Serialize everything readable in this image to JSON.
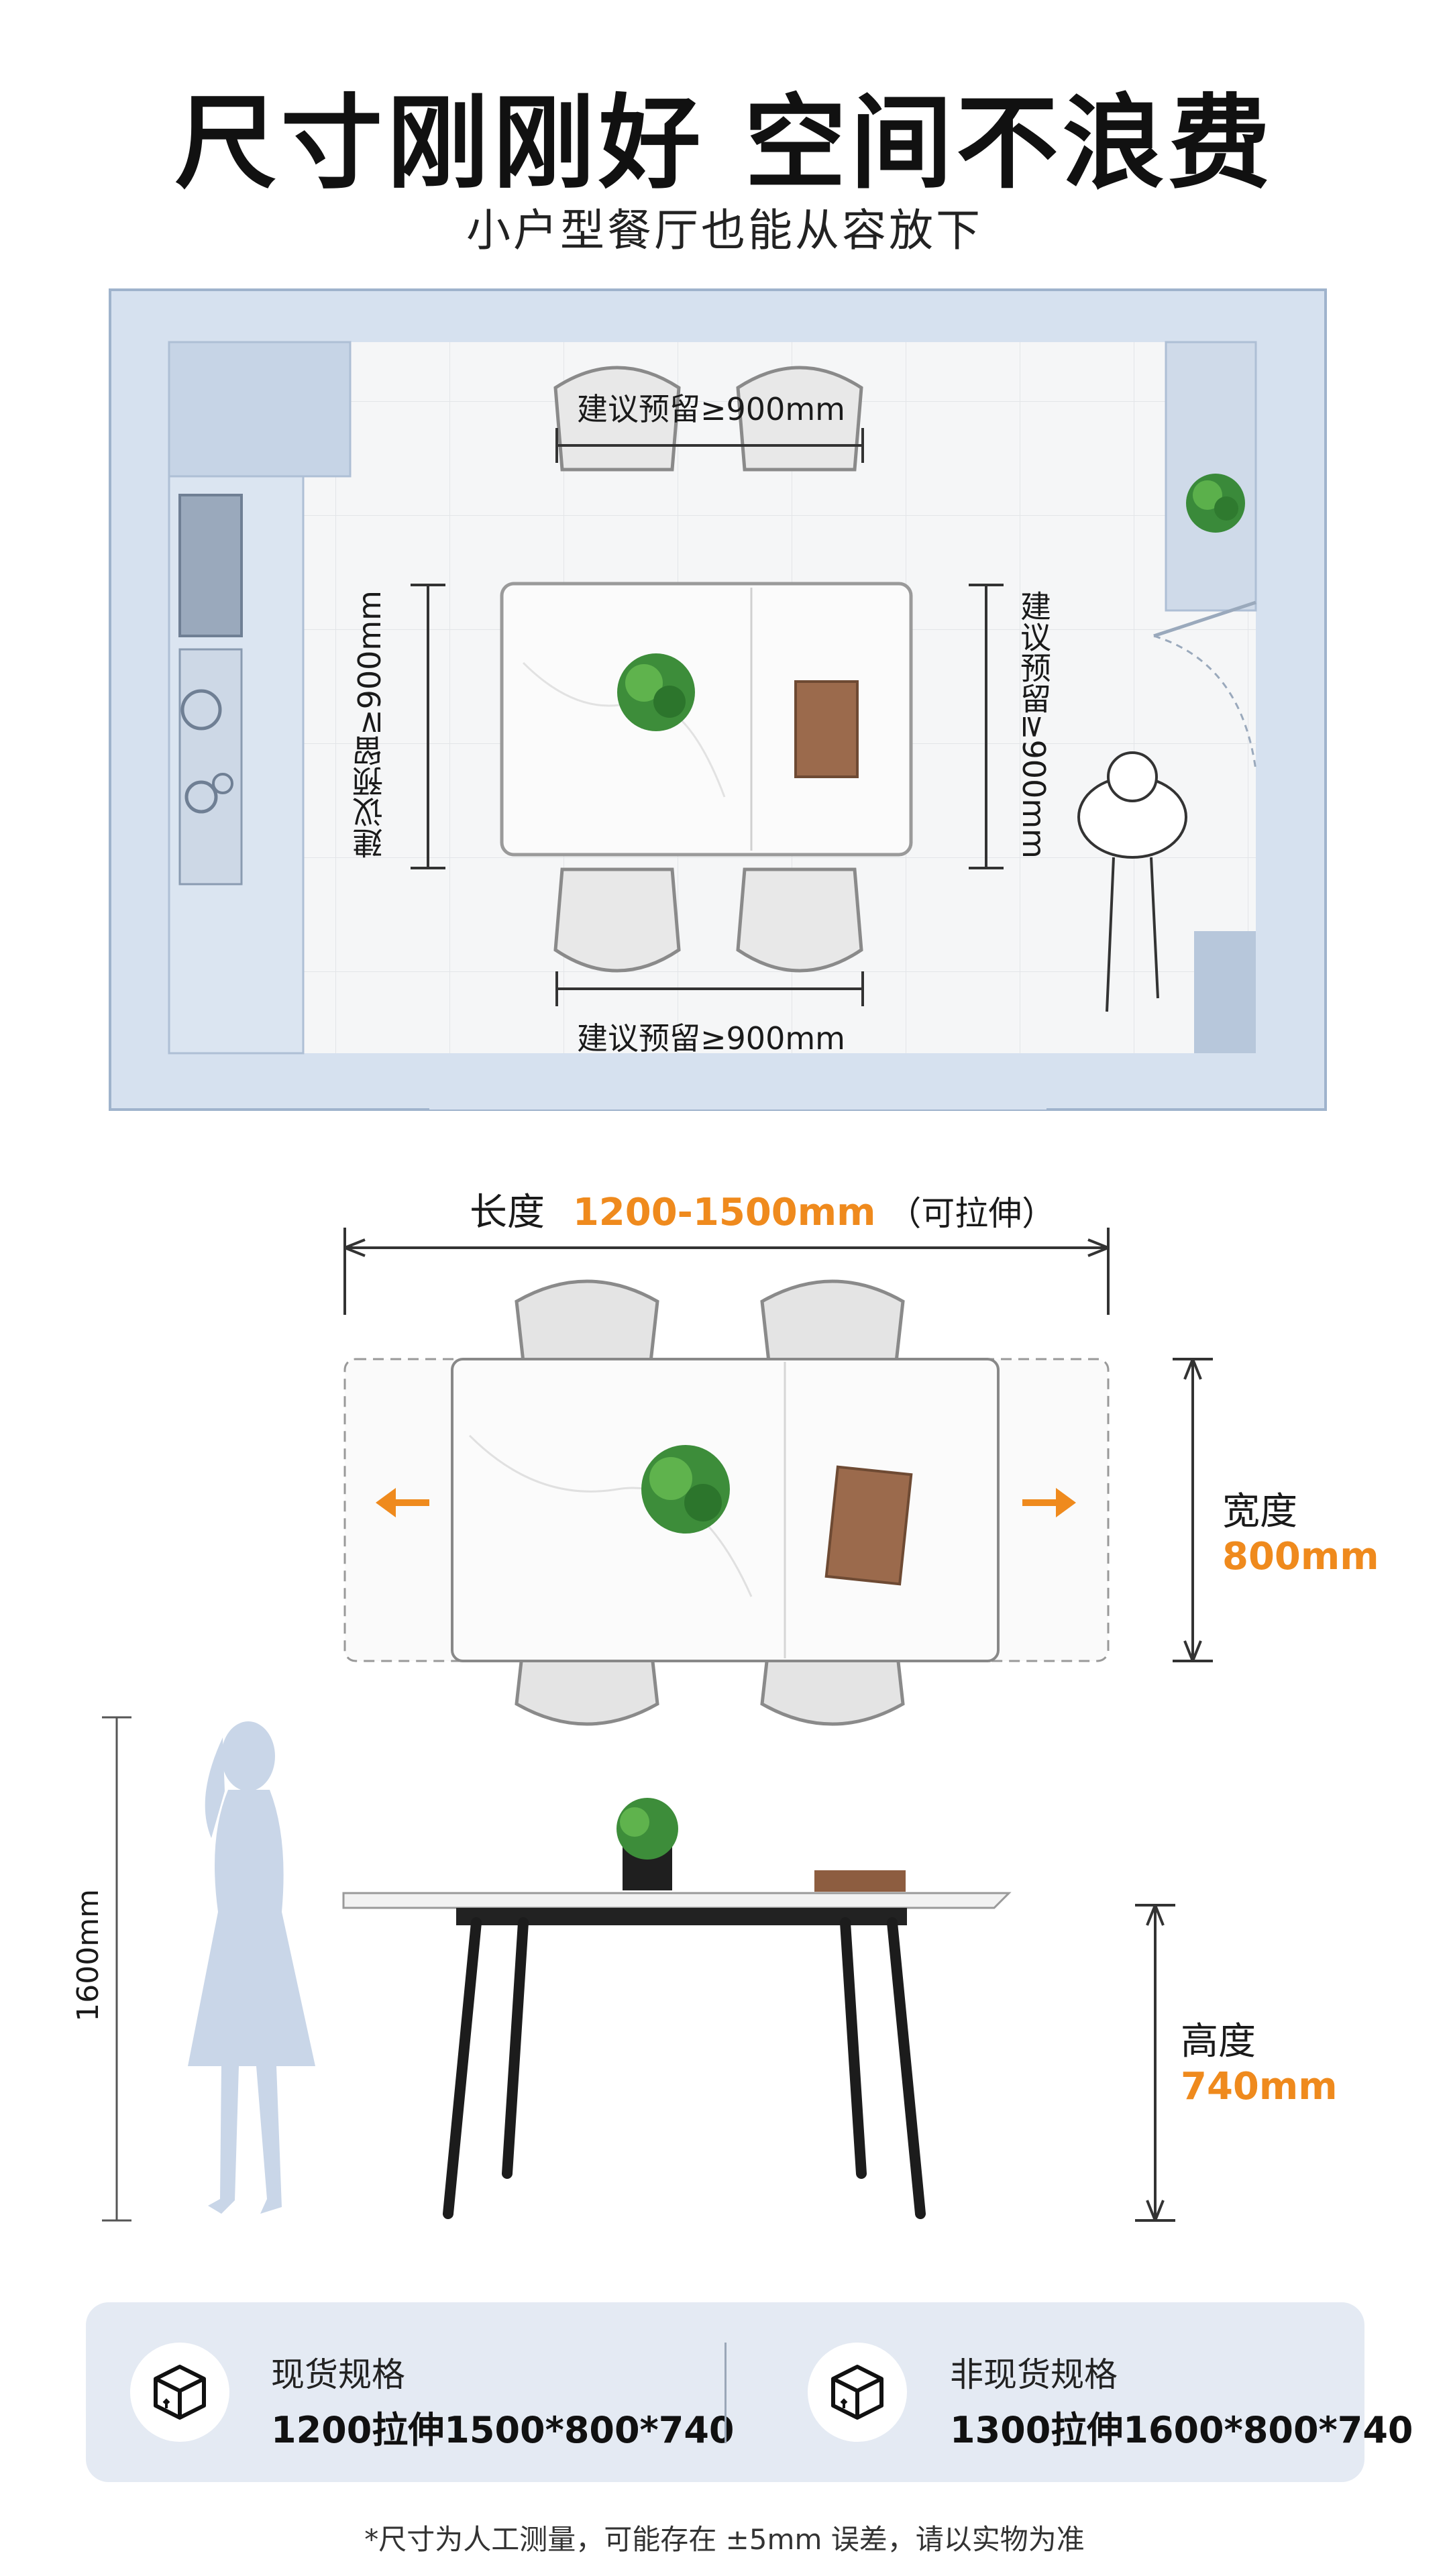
{
  "header": {
    "title": "尺寸刚刚好  空间不浪费",
    "subtitle": "小户型餐厅也能从容放下"
  },
  "floor_plan": {
    "top_clearance": "建议预留≥900mm",
    "bottom_clearance": "建议预留≥900mm",
    "left_clearance": "建议预留≥900mm",
    "right_clearance": "建议预留≥900mm"
  },
  "dimensions": {
    "length_label": "长度",
    "length_value": "1200-1500mm",
    "length_note": "（可拉伸）",
    "width_label": "宽度",
    "width_value": "800mm",
    "height_label": "高度",
    "height_value": "740mm",
    "person_height": "1600mm"
  },
  "specs": {
    "in_stock_title": "现货规格",
    "in_stock_value": "1200拉伸1500*800*740",
    "custom_title": "非现货规格",
    "custom_value": "1300拉伸1600*800*740"
  },
  "footnote": "*尺寸为人工测量，可能存在 ±5mm 误差，请以实物为准",
  "colors": {
    "accent": "#ef8a1d",
    "panel_bg": "#e4eaf3",
    "wall": "#c9d6e8"
  }
}
